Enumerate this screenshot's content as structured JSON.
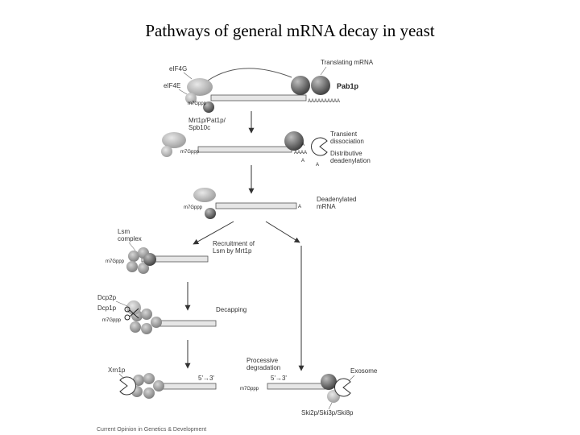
{
  "title": "Pathways of general mRNA decay in yeast",
  "step1": {
    "elf4g": "eIF4G",
    "elf4e": "eIF4E",
    "cap": "m7Gppp",
    "translating": "Translating mRNA",
    "pab": "Pab1p",
    "polyA": "AAAAAAAAAA",
    "factors_line1": "Mrt1p/Pat1p/",
    "factors_line2": "Spb10c"
  },
  "step2": {
    "cap": "m7Gppp",
    "tail": "AAAA",
    "a_mark": "A",
    "transient_line1": "Transient",
    "transient_line2": "dissociation",
    "distributive_line1": "Distributive",
    "distributive_line2": "deadenylation"
  },
  "step3": {
    "cap": "m7Gppp",
    "a_mark": "A",
    "label_line1": "Deadenylated",
    "label_line2": "mRNA"
  },
  "step4": {
    "lsm_line1": "Lsm",
    "lsm_line2": "complex",
    "cap": "m7Gppp",
    "recruit_line1": "Recruitment of",
    "recruit_line2": "Lsm by Mrt1p"
  },
  "step5": {
    "dcp2": "Dcp2p",
    "dcp1": "Dcp1p",
    "cap": "m7Gppp",
    "label": "Decapping"
  },
  "step6": {
    "xrn": "Xrn1p",
    "dir_53": "5'→3'",
    "processive_line1": "Processive",
    "processive_line2": "degradation"
  },
  "step7": {
    "dir_53": "5'→3'",
    "cap": "m7Gppp",
    "exosome": "Exosome",
    "ski": "Ski2p/Ski3p/Ski8p"
  },
  "caption": "Current Opinion in Genetics & Development"
}
